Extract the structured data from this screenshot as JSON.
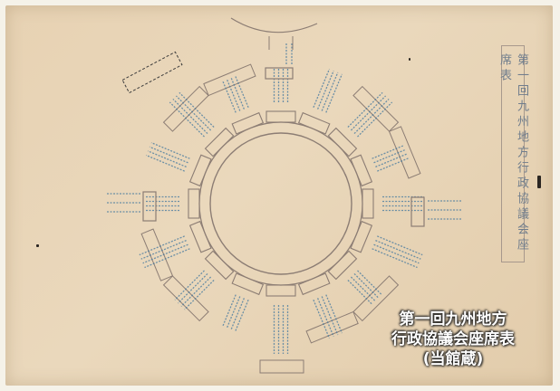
{
  "caption": {
    "line1": "第一回九州地方",
    "line2": "行政協議会座席表",
    "line3": "(当館蔵)"
  },
  "document": {
    "vertical_title": "第一回九州地方行政協議会座席表"
  },
  "colors": {
    "paper": "#e7d2b3",
    "ink": "#8c7d74",
    "annotation_ink": "#4d7ea1",
    "caption_text": "#ffffff"
  }
}
